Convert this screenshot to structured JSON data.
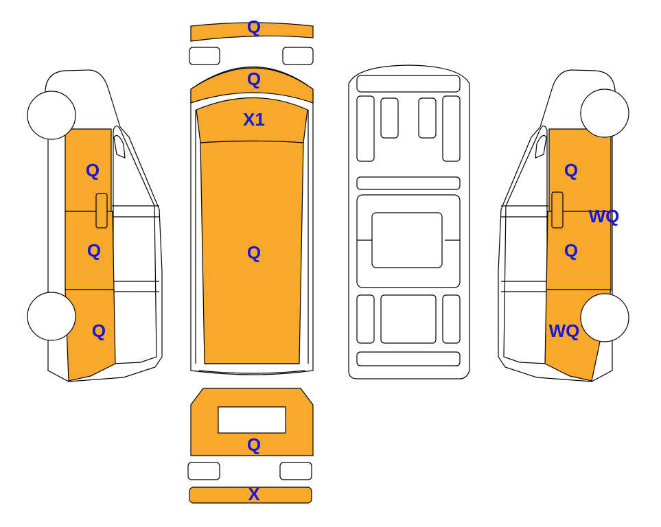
{
  "colors": {
    "damage": "#f9a82e",
    "label": "#1616d8",
    "outline": "#000000",
    "background": "#ffffff"
  },
  "views": {
    "front_bumper": {
      "code": "Q"
    },
    "hood_front": {
      "code": "Q"
    },
    "windshield": {
      "code": "X1"
    },
    "roof": {
      "code": "Q"
    },
    "rear_door": {
      "code": "Q"
    },
    "rear_bumper": {
      "code": "X"
    },
    "left_front_door": {
      "code": "Q"
    },
    "left_middle_panel": {
      "code": "Q"
    },
    "left_rear_panel": {
      "code": "Q"
    },
    "right_front_door": {
      "code": "Q"
    },
    "right_middle_panel": {
      "code": "Q"
    },
    "right_handle": {
      "code": "WQ"
    },
    "right_rear_panel": {
      "code": "WQ"
    }
  }
}
